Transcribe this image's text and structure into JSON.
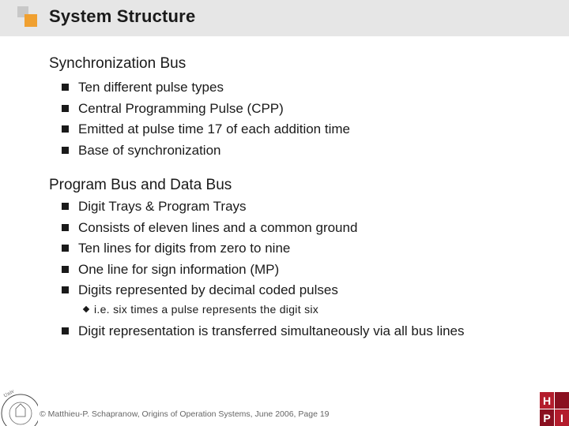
{
  "header": {
    "title": "System Structure"
  },
  "sections": [
    {
      "heading": "Synchronization Bus",
      "bullets": [
        "Ten different pulse types",
        "Central Programming Pulse (CPP)",
        "Emitted at pulse time 17 of each addition time",
        "Base of synchronization"
      ]
    },
    {
      "heading": "Program Bus and Data Bus",
      "bullets": [
        "Digit Trays & Program Trays",
        "Consists of eleven lines and a common ground",
        "Ten lines for digits from zero to nine",
        "One line for sign information (MP)",
        "Digits represented by decimal coded pulses"
      ],
      "sub_bullet": "i.e. six times a pulse represents the digit six",
      "trailing_bullet": "Digit representation is transferred simultaneously via all bus lines"
    }
  ],
  "footer": {
    "text": "© Matthieu-P. Schapranow, Origins of Operation Systems, June 2006, Page 19"
  },
  "logo": {
    "letters": [
      "H",
      "P",
      "I"
    ],
    "seal_text": "Universität Potsdam"
  },
  "colors": {
    "accent_orange": "#f0a030",
    "hpi_red": "#b31c2c",
    "header_gray": "#e6e6e6"
  }
}
